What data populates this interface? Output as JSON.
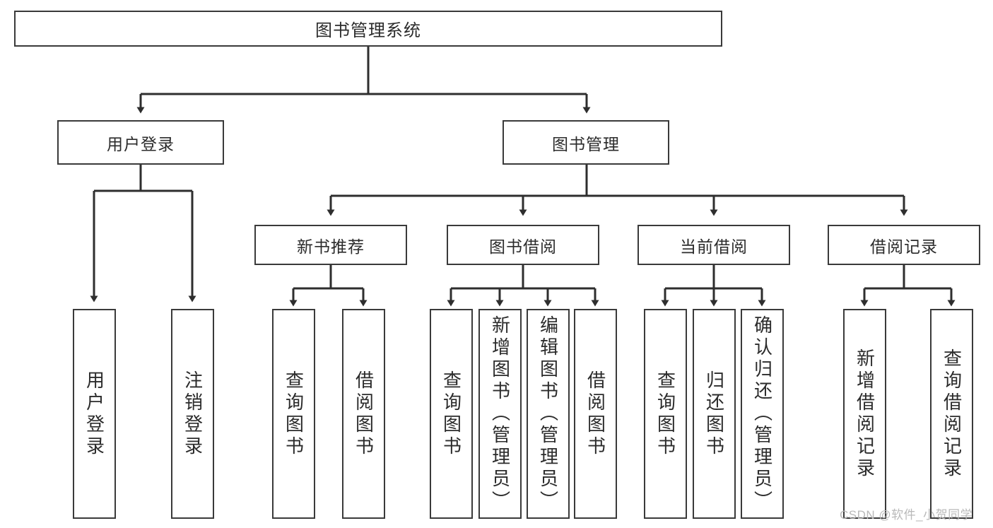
{
  "diagram": {
    "title_node": {
      "label": "图书管理系统"
    },
    "level2": [
      {
        "id": "user-login",
        "label": "用户登录"
      },
      {
        "id": "book-manage",
        "label": "图书管理"
      }
    ],
    "level3": [
      {
        "id": "new-book-recommend",
        "label": "新书推荐"
      },
      {
        "id": "book-borrow",
        "label": "图书借阅"
      },
      {
        "id": "current-borrow",
        "label": "当前借阅"
      },
      {
        "id": "borrow-record",
        "label": "借阅记录"
      }
    ],
    "leaves": [
      {
        "id": "leaf-user-login",
        "label": "用户登录"
      },
      {
        "id": "leaf-logout-login",
        "label": "注销登录"
      },
      {
        "id": "leaf-query-book-1",
        "label": "查询图书"
      },
      {
        "id": "leaf-borrow-book-1",
        "label": "借阅图书"
      },
      {
        "id": "leaf-query-book-2",
        "label": "查询图书"
      },
      {
        "id": "leaf-add-book-admin",
        "label": "新增图书（管理员）"
      },
      {
        "id": "leaf-edit-book-admin",
        "label": "编辑图书（管理员）"
      },
      {
        "id": "leaf-borrow-book-2",
        "label": "借阅图书"
      },
      {
        "id": "leaf-query-book-3",
        "label": "查询图书"
      },
      {
        "id": "leaf-return-book",
        "label": "归还图书"
      },
      {
        "id": "leaf-confirm-return-admin",
        "label": "确认归还（管理员）"
      },
      {
        "id": "leaf-add-borrow-record",
        "label": "新增借阅记录"
      },
      {
        "id": "leaf-query-borrow-record",
        "label": "查询借阅记录"
      }
    ],
    "watermark": "CSDN @软件_小贺同学",
    "colors": {
      "stroke": "#3a3a3a",
      "text": "#2b2b2b",
      "background": "#ffffff",
      "watermark": "#b9b9b9"
    }
  }
}
